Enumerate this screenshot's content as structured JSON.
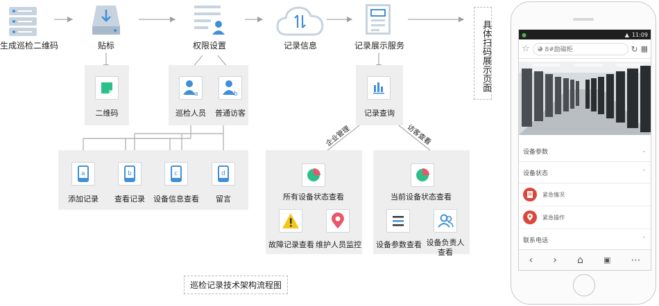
{
  "flow": {
    "step1": "生成巡检二维码",
    "step2": "贴标",
    "step3": "权限设置",
    "step4": "记录信息",
    "step5": "记录展示服务",
    "end_label": "具体扫码展示页面"
  },
  "nodes": {
    "qrcode": "二维码",
    "inspector": "巡检人员",
    "visitor": "普通访客",
    "add_record": "添加记录",
    "view_record": "查看记录",
    "device_info": "设备信息查看",
    "message": "留言",
    "record_query": "记录查询",
    "all_status": "所有设备状态查看",
    "current_status": "当前设备状态查看",
    "fault_record": "故障记录查看",
    "maintainer_monitor": "维护人员监控",
    "device_params": "设备参数查看",
    "device_owner": "设备负责人查看"
  },
  "edges": {
    "enterprise_mgmt": "企业管理",
    "visitor_view": "访客查看"
  },
  "tile_letters": [
    "a",
    "b",
    "c",
    "d"
  ],
  "caption": "巡检记录技术架构流程图",
  "phone": {
    "time": "11:09",
    "url_text": "8#励磁柜",
    "menu": {
      "params": "设备参数",
      "status": "设备状态",
      "emergency_info": "紧急情况",
      "emergency_ops": "紧急操作",
      "contact": "联系电话"
    }
  },
  "colors": {
    "accent_blue": "#3f8fd8",
    "icon_light": "#c7d3df",
    "green": "#2dbf8a",
    "red": "#d9483b",
    "yellow": "#f5c517",
    "pink": "#e9566a"
  }
}
